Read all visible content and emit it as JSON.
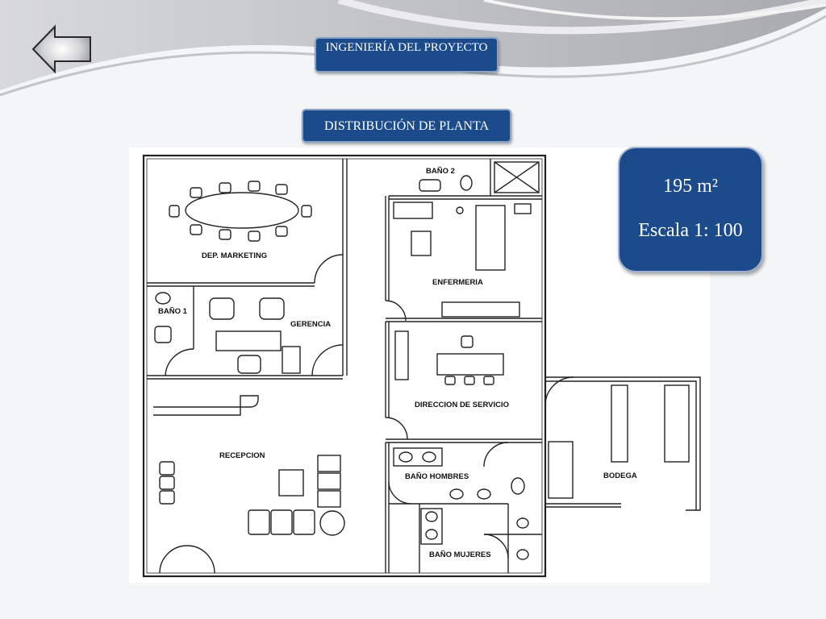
{
  "header": {
    "project_label": "INGENIERÍA DEL PROYECTO",
    "section_label": "DISTRIBUCIÓN DE PLANTA"
  },
  "info_box": {
    "area": "195 m²",
    "scale": "Escala 1: 100"
  },
  "rooms": {
    "marketing": "DEP. MARKETING",
    "bano1": "BAÑO 1",
    "gerencia": "GERENCIA",
    "recepcion": "RECEPCION",
    "bano2": "BAÑO 2",
    "enfermeria": "ENFERMERIA",
    "direccion": "DIRECCION DE SERVICIO",
    "bano_hombres": "BAÑO HOMBRES",
    "bano_mujeres": "BAÑO MUJERES",
    "bodega": "BODEGA"
  },
  "colors": {
    "accent": "#1c4b8c",
    "border": "#9db1d1",
    "wall": "#222222"
  },
  "icons": {
    "back": "left-arrow-icon"
  }
}
